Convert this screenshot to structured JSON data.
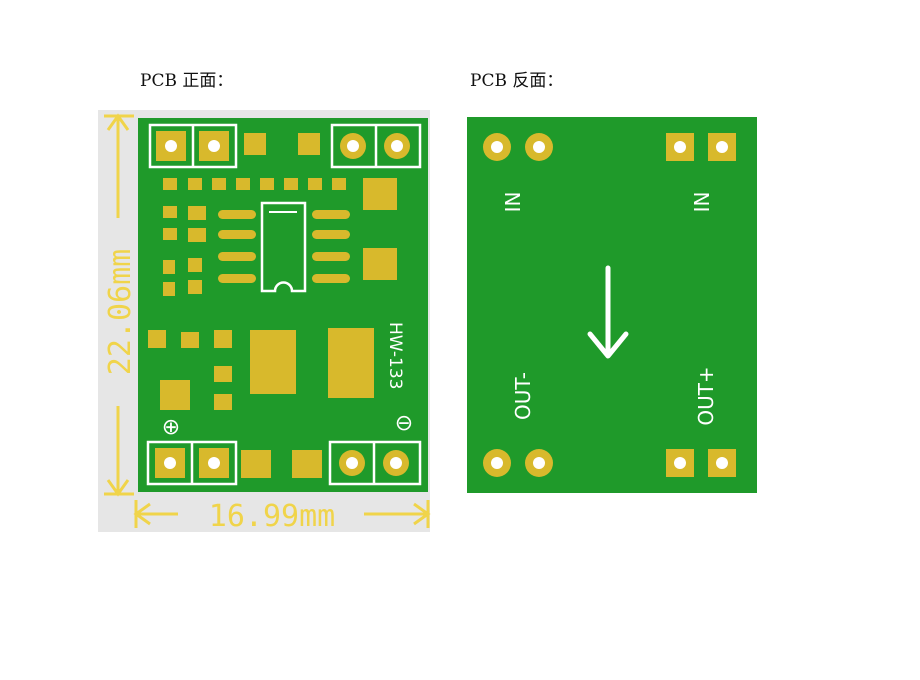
{
  "captions": {
    "front": "PCB 正面：",
    "back": "PCB 反面："
  },
  "front": {
    "model_label": "HW-133",
    "dim_height": "22.06mm",
    "dim_width": "16.99mm",
    "plus_symbol": "⊕",
    "minus_symbol": "⊖"
  },
  "back": {
    "in_left": "IN",
    "in_right": "IN",
    "out_minus": "OUT-",
    "out_plus": "OUT+"
  },
  "colors": {
    "board_green": "#1f9a2a",
    "pad_gold": "#d8b92c",
    "dimension_yellow": "#f0d44a",
    "silk_white": "#ffffff"
  }
}
